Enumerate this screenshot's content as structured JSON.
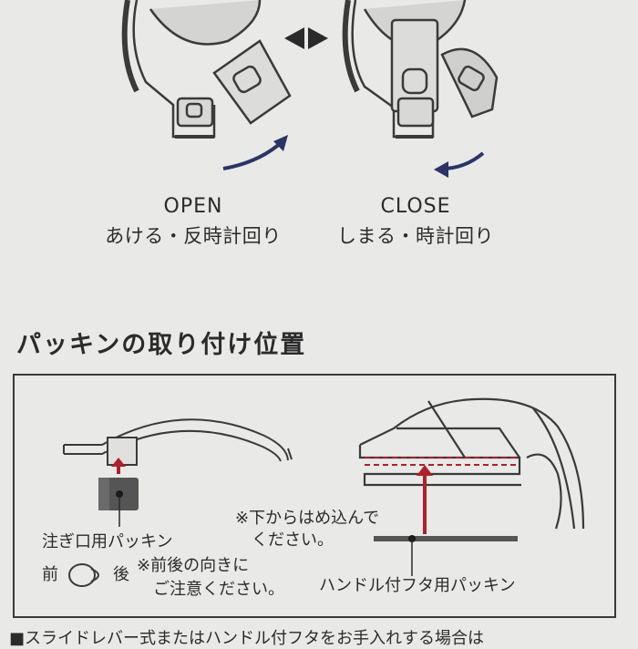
{
  "steps": {
    "open": {
      "en": "OPEN",
      "jp": "あける・反時計回り"
    },
    "close": {
      "en": "CLOSE",
      "jp": "しまる・時計回り"
    }
  },
  "section": {
    "title": "パッキンの取り付け位置"
  },
  "spout": {
    "label": "注ぎ口用パッキン",
    "front": "前",
    "back": "後",
    "orientation_note_1": "※前後の向きに",
    "orientation_note_2": "ご注意ください。"
  },
  "lid": {
    "insert_note_1": "※下からはめ込んで",
    "insert_note_2": "ください。",
    "label": "ハンドル付フタ用パッキン"
  },
  "footer": {
    "cut_text": "■スライドレバー式またはハンドル付フタをお手入れする場合は"
  },
  "colors": {
    "arrow_navy": "#2a3566",
    "arrow_red": "#b0202a",
    "ink": "#2b2b2b"
  }
}
